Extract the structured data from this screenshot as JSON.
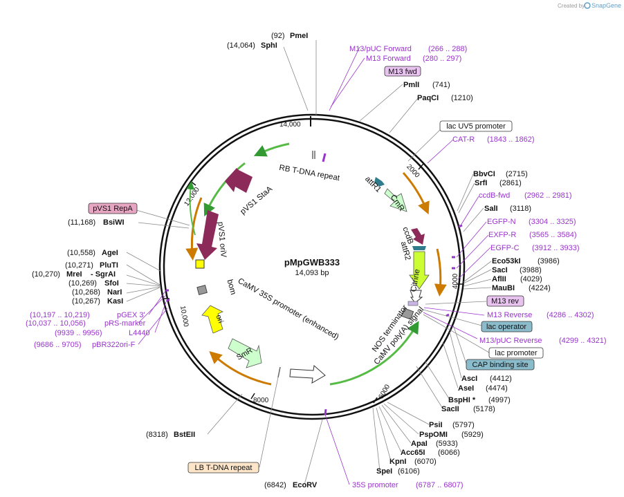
{
  "credit": {
    "prefix": "Created by",
    "brand": "SnapGene"
  },
  "plasmid": {
    "name": "pMpGWB333",
    "size": "14,093 bp"
  },
  "ticks": [
    "14,000",
    "2000",
    "4000",
    "6000",
    "8000",
    "10,000",
    "12,000"
  ],
  "enzymes": [
    {
      "pos": "(92)",
      "name": "PmeI"
    },
    {
      "pos": "(14,064)",
      "name": "SphI"
    },
    {
      "name": "PmlI",
      "pos": "(741)"
    },
    {
      "name": "PaqCI",
      "pos": "(1210)"
    },
    {
      "name": "BbvCI",
      "pos": "(2715)"
    },
    {
      "name": "SrfI",
      "pos": "(2861)"
    },
    {
      "name": "SalI",
      "pos": "(3118)"
    },
    {
      "name": "Eco53kI",
      "pos": "(3986)"
    },
    {
      "name": "SacI",
      "pos": "(3988)"
    },
    {
      "name": "AflII",
      "pos": "(4029)"
    },
    {
      "name": "MauBI",
      "pos": "(4224)"
    },
    {
      "name": "AscI",
      "pos": "(4412)"
    },
    {
      "name": "AseI",
      "pos": "(4474)"
    },
    {
      "name": "BspHI *",
      "pos": "(4997)"
    },
    {
      "name": "SacII",
      "pos": "(5178)"
    },
    {
      "name": "PsiI",
      "pos": "(5797)"
    },
    {
      "name": "PspOMI",
      "pos": "(5929)"
    },
    {
      "name": "ApaI",
      "pos": "(5933)"
    },
    {
      "name": "Acc65I",
      "pos": "(6066)"
    },
    {
      "name": "KpnI",
      "pos": "(6070)"
    },
    {
      "name": "SpeI",
      "pos": "(6106)"
    },
    {
      "pos": "(6842)",
      "name": "EcoRV"
    },
    {
      "pos": "(8318)",
      "name": "BstEII"
    },
    {
      "pos": "(11,168)",
      "name": "BsiWI"
    },
    {
      "pos": "(10,558)",
      "name": "AgeI"
    },
    {
      "pos": "(10,271)",
      "name": "PluTI"
    },
    {
      "pos": "(10,270)",
      "name": "MreI",
      "extra": "- SgrAI"
    },
    {
      "pos": "(10,269)",
      "name": "SfoI"
    },
    {
      "pos": "(10,268)",
      "name": "NarI"
    },
    {
      "pos": "(10,267)",
      "name": "KasI"
    }
  ],
  "primers": [
    {
      "name": "M13/pUC Forward",
      "range": "(266 .. 288)"
    },
    {
      "name": "M13 Forward",
      "range": "(280 .. 297)"
    },
    {
      "name": "CAT-R",
      "range": "(1843 .. 1862)"
    },
    {
      "name": "ccdB-fwd",
      "range": "(2962 .. 2981)"
    },
    {
      "name": "EGFP-N",
      "range": "(3304 .. 3325)"
    },
    {
      "name": "EXFP-R",
      "range": "(3565 .. 3584)"
    },
    {
      "name": "EGFP-C",
      "range": "(3912 .. 3933)"
    },
    {
      "name": "M13 Reverse",
      "range": "(4286 .. 4302)"
    },
    {
      "name": "M13/pUC Reverse",
      "range": "(4299 .. 4321)"
    },
    {
      "name": "35S promoter",
      "range": "(6787 .. 6807)"
    },
    {
      "range": "(10,197 .. 10,219)",
      "name": "pGEX 3'"
    },
    {
      "range": "(10,037 .. 10,056)",
      "name": "pRS-marker"
    },
    {
      "range": "(9939 .. 9956)",
      "name": "L4440"
    },
    {
      "range": "(9686 .. 9705)",
      "name": "pBR322ori-F"
    }
  ],
  "badges": [
    {
      "text": "M13 fwd"
    },
    {
      "text": "lac UV5 promoter"
    },
    {
      "text": "pVS1 RepA"
    },
    {
      "text": "M13 rev"
    },
    {
      "text": "lac operator"
    },
    {
      "text": "lac promoter"
    },
    {
      "text": "CAP binding site"
    },
    {
      "text": "LB T-DNA repeat"
    }
  ],
  "features": {
    "rb": "RB T-DNA repeat",
    "staa": "pVS1 StaA",
    "oriv": "pVS1 oriV",
    "bom": "bom",
    "camv": "CaMV 35S promoter (enhanced)",
    "ori": "ori",
    "smr": "SmR",
    "attr1": "attR1",
    "cmr": "CmR",
    "ccdb": "ccdB",
    "attr2": "attR2",
    "citrine": "Citrine",
    "nos": "NOS terminator",
    "polya": "CaMV poly(A) signal"
  },
  "colors": {
    "primer": "#9933cc",
    "feature_purple": "#8c2a5a",
    "citrine": "#ccff33",
    "cmr_smr": "#ccffcc",
    "ori": "#ffff00",
    "teal": "#2e7c8c",
    "gray": "#999999"
  }
}
